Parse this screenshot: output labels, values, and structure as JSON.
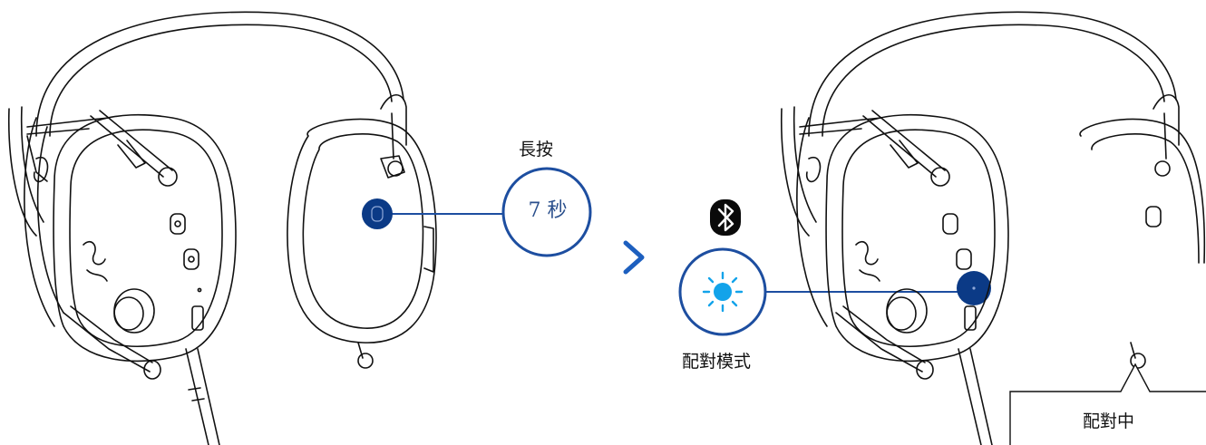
{
  "press_label": "長按",
  "duration_label": "7 秒",
  "mode_label": "配對模式",
  "status_label": "配對中",
  "icons": {
    "bluetooth": "bluetooth-icon",
    "led": "led-blink-icon",
    "arrow": "chevron-right-icon"
  },
  "colors": {
    "accent": "#1d4ea0",
    "button_fill": "#0b3a86",
    "led_blue": "#12a3ea",
    "line": "#111111"
  }
}
